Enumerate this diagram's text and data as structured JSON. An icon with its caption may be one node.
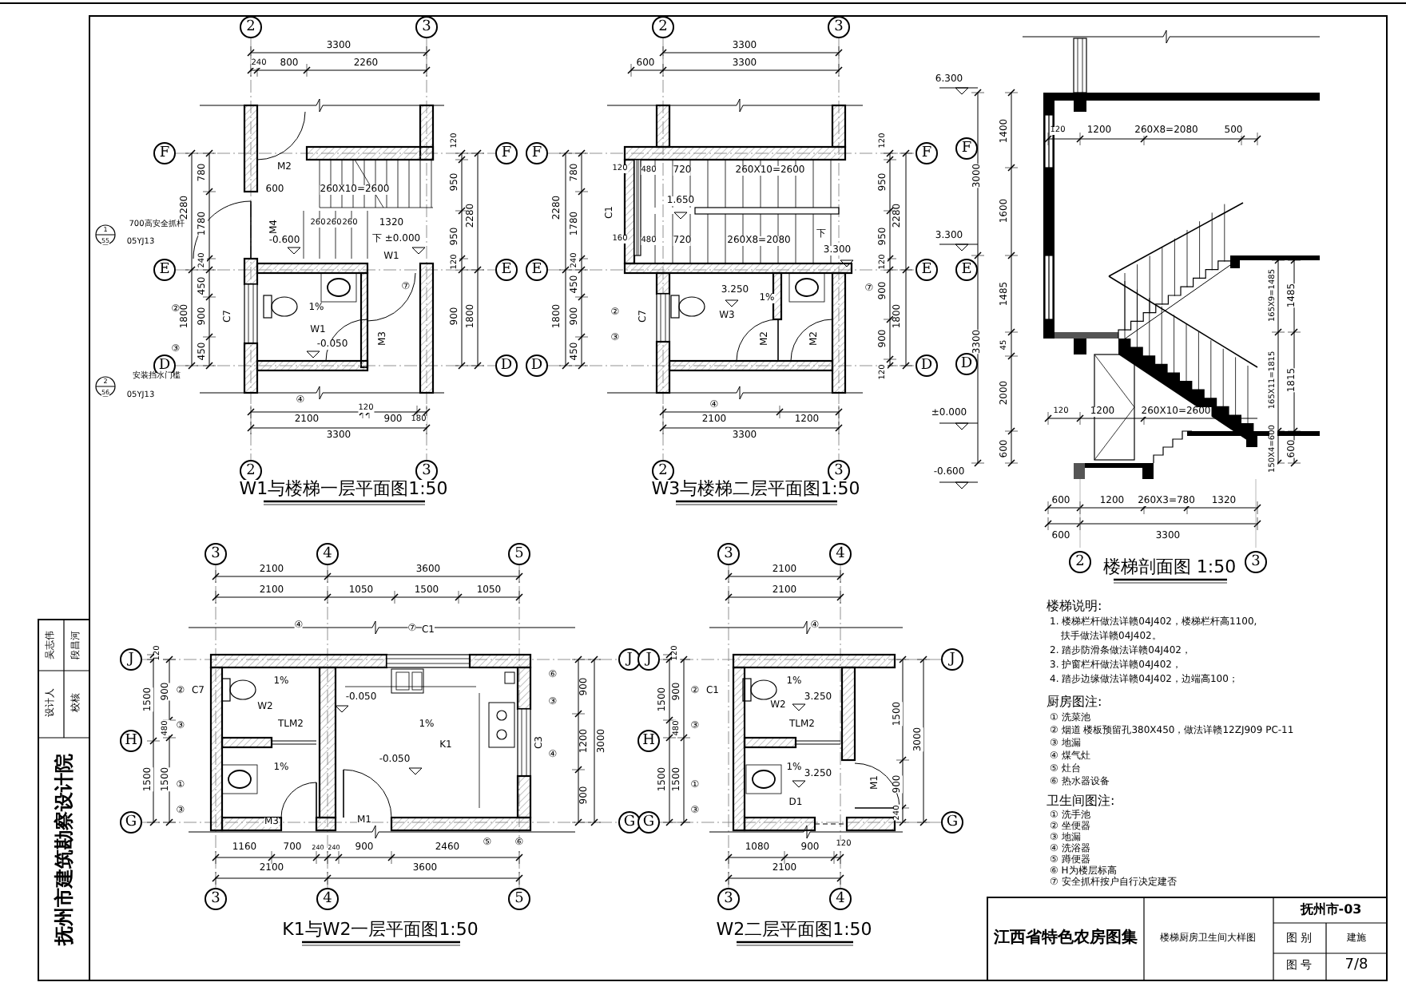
{
  "diagram": {
    "nodes": [
      {
        "text": [
          "2"
        ]
      },
      {
        "text": [
          "3"
        ]
      },
      {
        "text": [
          "F"
        ]
      },
      {
        "text": [
          "F"
        ]
      },
      {
        "text": [
          "E"
        ]
      },
      {
        "text": [
          "E"
        ]
      },
      {
        "text": [
          "D"
        ]
      },
      {
        "text": [
          "D"
        ]
      },
      {
        "text": [
          "2"
        ]
      },
      {
        "text": [
          "3"
        ]
      },
      {
        "text": [
          "2"
        ]
      },
      {
        "text": [
          "3"
        ]
      },
      {
        "text": [
          "F"
        ]
      },
      {
        "text": [
          "F"
        ]
      },
      {
        "text": [
          "E"
        ]
      },
      {
        "text": [
          "E"
        ]
      },
      {
        "text": [
          "D"
        ]
      },
      {
        "text": [
          "D"
        ]
      },
      {
        "text": [
          "2"
        ]
      },
      {
        "text": [
          "3"
        ]
      },
      {
        "text": [
          "F"
        ]
      },
      {
        "text": [
          "E"
        ]
      },
      {
        "text": [
          "D"
        ]
      },
      {
        "text": [
          "2"
        ]
      },
      {
        "text": [
          "3"
        ]
      },
      {
        "text": [
          "3"
        ]
      },
      {
        "text": [
          "4"
        ]
      },
      {
        "text": [
          "5"
        ]
      },
      {
        "text": [
          "J"
        ]
      },
      {
        "text": [
          "J"
        ]
      },
      {
        "text": [
          "H"
        ]
      },
      {
        "text": [
          "G"
        ]
      },
      {
        "text": [
          "G"
        ]
      },
      {
        "text": [
          "3"
        ]
      },
      {
        "text": [
          "4"
        ]
      },
      {
        "text": [
          "5"
        ]
      },
      {
        "text": [
          "3"
        ]
      },
      {
        "text": [
          "4"
        ]
      },
      {
        "text": [
          "J"
        ]
      },
      {
        "text": [
          "J"
        ]
      },
      {
        "text": [
          "H"
        ]
      },
      {
        "text": [
          "G"
        ]
      },
      {
        "text": [
          "G"
        ]
      },
      {
        "text": [
          "3"
        ]
      },
      {
        "text": [
          "4"
        ]
      }
    ],
    "edges": [
      {
        "from": 0,
        "to": 8,
        "arrow": "none"
      },
      {
        "from": 1,
        "to": 9,
        "arrow": "none"
      },
      {
        "from": 2,
        "to": 3,
        "arrow": "none"
      },
      {
        "from": 4,
        "to": 5,
        "arrow": "none"
      },
      {
        "from": 6,
        "to": 7,
        "arrow": "none"
      },
      {
        "from": 10,
        "to": 18,
        "arrow": "none"
      },
      {
        "from": 11,
        "to": 19,
        "arrow": "none"
      },
      {
        "from": 12,
        "to": 13,
        "arrow": "none"
      },
      {
        "from": 14,
        "to": 15,
        "arrow": "none"
      },
      {
        "from": 16,
        "to": 17,
        "arrow": "none"
      },
      {
        "from": 25,
        "to": 33,
        "arrow": "none"
      },
      {
        "from": 26,
        "to": 34,
        "arrow": "none"
      },
      {
        "from": 27,
        "to": 35,
        "arrow": "none"
      },
      {
        "from": 28,
        "to": 29,
        "arrow": "none"
      },
      {
        "from": 31,
        "to": 32,
        "arrow": "none"
      },
      {
        "from": 36,
        "to": 43,
        "arrow": "none"
      },
      {
        "from": 37,
        "to": 44,
        "arrow": "none"
      },
      {
        "from": 38,
        "to": 39,
        "arrow": "none"
      },
      {
        "from": 41,
        "to": 42,
        "arrow": "none"
      }
    ],
    "labels": [
      "3300",
      "240",
      "800",
      "2260",
      "780",
      "2280",
      "1780",
      "240",
      "450",
      "900",
      "1800",
      "450",
      "120",
      "950",
      "2280",
      "950",
      "120",
      "900",
      "1800",
      "M2",
      "600",
      "260X10=2600",
      "260",
      "260",
      "260",
      "1320",
      "M4",
      "-0.600",
      "下",
      "±0.000",
      "W1",
      "C7",
      "1%",
      "W1",
      "-0.050",
      "M3",
      "2100",
      "120",
      "900",
      "180",
      "3300",
      "1",
      "55",
      "700高安全抓杆",
      "05YJ13",
      "2",
      "56",
      "安装挡水门槛",
      "05YJ13",
      "②",
      "③",
      "⑦",
      "④",
      "3300",
      "600",
      "3300",
      "780",
      "2280",
      "1780",
      "240",
      "450",
      "900",
      "1800",
      "450",
      "C1",
      "120",
      "480",
      "720",
      "260X10=2600",
      "1.650",
      "160",
      "480",
      "720",
      "260X8=2080",
      "下",
      "3.300",
      "3.250",
      "1%",
      "C7",
      "W3",
      "M2",
      "M2",
      "2100",
      "1200",
      "3300",
      "120",
      "950",
      "2280",
      "950",
      "120",
      "900",
      "1800",
      "900",
      "120",
      "②",
      "③",
      "⑦",
      "④",
      "6.300",
      "3.300",
      "±0.000",
      "-0.600",
      "3000",
      "3300",
      "1400",
      "1600",
      "1485",
      "45",
      "2000",
      "600",
      "120",
      "1200",
      "260X8=2080",
      "500",
      "120",
      "1200",
      "260X10=2600",
      "165X9=1485",
      "1485",
      "165X11=1815",
      "1815",
      "150X4=600",
      "600",
      "600",
      "1200",
      "260X3=780",
      "1320",
      "600",
      "3300",
      "2100",
      "3600",
      "2100",
      "1050",
      "1500",
      "1050",
      "④",
      "⑦",
      "C1",
      "120",
      "900",
      "1500",
      "480",
      "1500",
      "1500",
      "②",
      "C7",
      "③",
      "①",
      "③",
      "1%",
      "W2",
      "-0.050",
      "TLM2",
      "1%",
      "M3",
      "M1",
      "1%",
      "K1",
      "-0.050",
      "C3",
      "⑥",
      "③",
      "④",
      "⑤",
      "⑥",
      "900",
      "1200",
      "900",
      "3000",
      "1160",
      "700",
      "240",
      "240",
      "900",
      "2460",
      "2100",
      "3600",
      "2100",
      "2100",
      "④",
      "120",
      "900",
      "1500",
      "480",
      "1500",
      "1500",
      "②",
      "C1",
      "③",
      "①",
      "③",
      "1%",
      "W2",
      "3.250",
      "TLM2",
      "1%",
      "3.250",
      "D1",
      "M1",
      "1500",
      "900",
      "240",
      "3000",
      "1080",
      "900",
      "120",
      "2100",
      "W1与楼梯一层平面图1:50",
      "W3与楼梯二层平面图1:50",
      "楼梯剖面图 1:50",
      "K1与W2一层平面图1:50",
      "W2二层平面图1:50",
      "楼梯说明:",
      "1. 楼梯栏杆做法详赣04J402，楼梯栏杆高1100,",
      "扶手做法详赣04J402。",
      "2. 踏步防滑条做法详赣04J402，",
      "3. 护窗栏杆做法详赣04J402，",
      "4. 踏步边缘做法详赣04J402，边端高100；",
      "厨房图注:",
      "① 洗菜池",
      "② 烟道 楼板预留孔380X450，做法详赣12ZJ909 PC-11",
      "③ 地漏",
      "④ 煤气灶",
      "⑤ 灶台",
      "⑥ 热水器设备",
      "卫生间图注:",
      "① 洗手池",
      "② 坐便器",
      "③ 地漏",
      "④ 洗浴器",
      "⑤ 蹲便器",
      "⑥ H为楼层标高",
      "⑦ 安全抓杆按户自行决定建否",
      "江西省特色农房图集",
      "楼梯厨房卫生间大样图",
      "抚州市-03",
      "图 别",
      "建施",
      "图 号",
      "7/8",
      "吴志伟",
      "设计人",
      "段昌河",
      "校核",
      "抚州市建筑勘察设计院"
    ]
  }
}
